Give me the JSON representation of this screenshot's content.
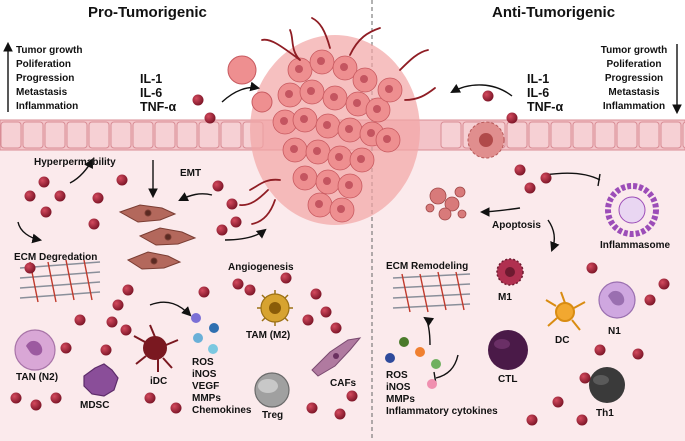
{
  "header": {
    "pro_title": "Pro-Tumorigenic",
    "anti_title": "Anti-Tumorigenic"
  },
  "left_effects": [
    "Tumor growth",
    "Poliferation",
    "Progression",
    "Metastasis",
    "Inflammation"
  ],
  "right_effects": [
    "Tumor growth",
    "Poliferation",
    "Progression",
    "Metastasis",
    "Inflammation"
  ],
  "left_cytokines": [
    "IL-1",
    "IL-6",
    "TNF-α"
  ],
  "right_cytokines": [
    "IL-1",
    "IL-6",
    "TNF-α"
  ],
  "left_labels": {
    "hyperpermeability": "Hyperpermability",
    "emt": "EMT",
    "ecm_degradation": "ECM Degredation",
    "angiogenesis": "Angiogenesis",
    "tan_n2": "TAN (N2)",
    "mdsc": "MDSC",
    "idc": "iDC",
    "tam_m2": "TAM (M2)",
    "treg": "Treg",
    "cafs": "CAFs"
  },
  "left_mediators": [
    "ROS",
    "iNOS",
    "VEGF",
    "MMPs",
    "Chemokines"
  ],
  "right_labels": {
    "apoptosis": "Apoptosis",
    "inflammasome": "Inflammasome",
    "ecm_remodeling": "ECM Remodeling",
    "m1": "M1",
    "dc": "DC",
    "n1": "N1",
    "ctl": "CTL",
    "th1": "Th1"
  },
  "right_mediators": [
    "ROS",
    "iNOS",
    "MMPs",
    "Inflammatory cytokines"
  ],
  "colors": {
    "background": "#fbeaec",
    "epithelium": "#f3c3c8",
    "epithelium_border": "#d88c95",
    "tumor": "#ee8f90",
    "granule": "#8e1b2d",
    "vessel": "#8f1d24",
    "fibroblast": "#b3685c",
    "tan": "#d9a7d6",
    "mdsc": "#8a4e99",
    "idc": "#7a1820",
    "tam": "#d7a330",
    "treg": "#8a8a8a",
    "ctl": "#4a1a48",
    "m1": "#b03050",
    "dc": "#f2a830",
    "n1": "#cfa7e0",
    "th1": "#3a3a3a",
    "inflammasome": "#9c4db8"
  }
}
